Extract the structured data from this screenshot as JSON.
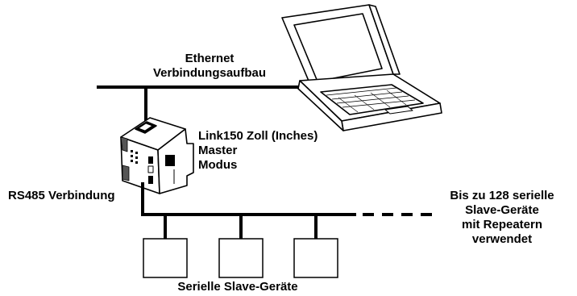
{
  "labels": {
    "ethernet_line1": "Ethernet",
    "ethernet_line2": "Verbindungsaufbau",
    "link150_line1": "Link150 Zoll (Inches)",
    "link150_line2": "Master",
    "link150_line3": "Modus",
    "rs485": "RS485 Verbindung",
    "max_slaves_line1": "Bis zu 128 serielle",
    "max_slaves_line2": "Slave-Geräte",
    "max_slaves_line3": "mit Repeatern",
    "max_slaves_line4": "verwendet",
    "serial_slaves": "Serielle Slave-Geräte"
  },
  "colors": {
    "line": "#000000",
    "background": "#ffffff"
  }
}
